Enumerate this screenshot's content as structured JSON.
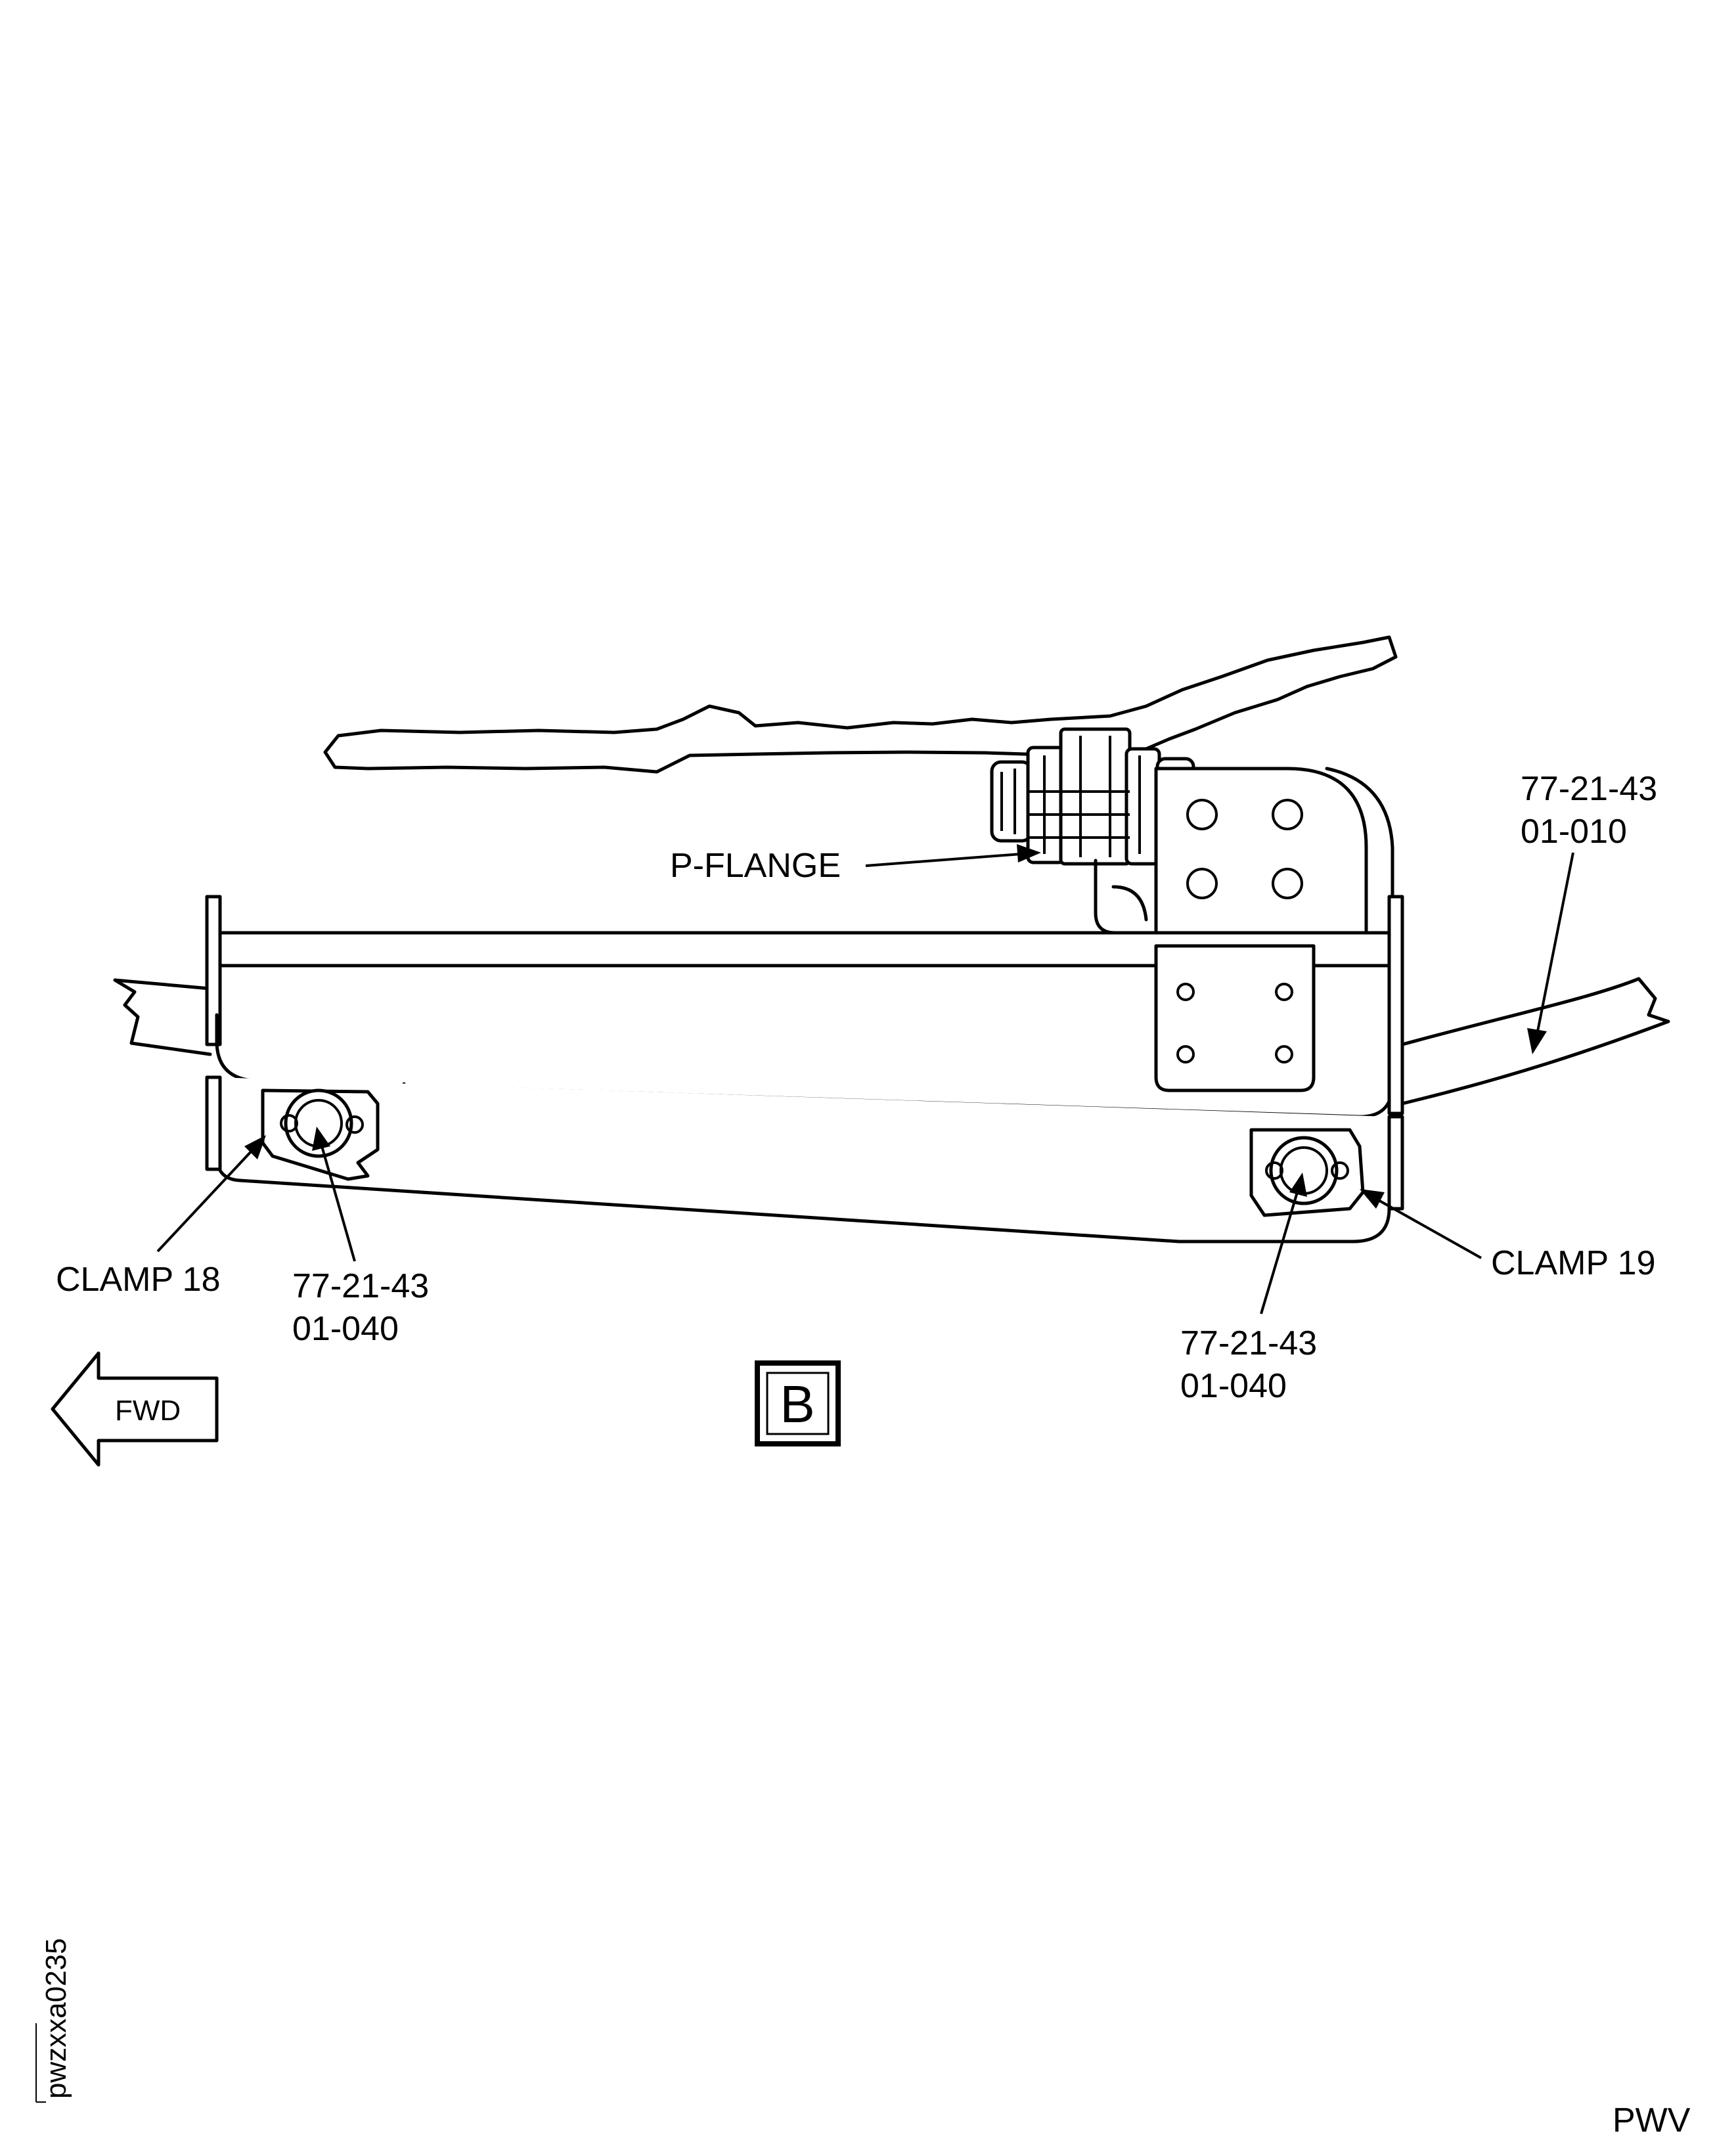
{
  "view": {
    "view_letter": "B",
    "direction_arrow_label": "FWD"
  },
  "callouts": {
    "p_flange": "P-FLANGE",
    "tube_ref_line1": "77-21-43",
    "tube_ref_line2": "01-010",
    "clamp_left": "CLAMP 18",
    "clamp_left_ref_line1": "77-21-43",
    "clamp_left_ref_line2": "01-040",
    "clamp_right": "CLAMP 19",
    "clamp_right_ref_line1": "77-21-43",
    "clamp_right_ref_line2": "01-040"
  },
  "footer": {
    "figure_id": "pwzxxa0235",
    "code": "PWV"
  }
}
